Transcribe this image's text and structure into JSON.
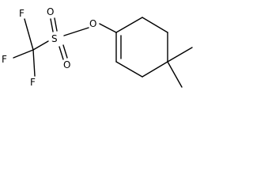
{
  "molecule": {
    "atoms": {
      "f_top": "F",
      "f_left": "F",
      "f_bottom": "F",
      "s": "S",
      "o_sulfonyl_top": "O",
      "o_sulfonyl_bottom": "O",
      "o_ester": "O"
    }
  }
}
